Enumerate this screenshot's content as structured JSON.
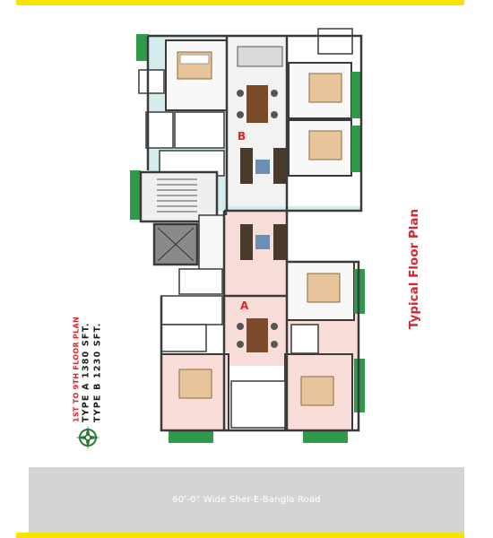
{
  "plan": {
    "title": "Typical Floor Plan",
    "floor_heading": "1ST TO 9TH FLOOR PLAN",
    "units": [
      {
        "label": "TYPE  A  1380 SFT."
      },
      {
        "label": "TYPE  B  1230 SFT."
      }
    ],
    "unit_markers": [
      "A",
      "B"
    ],
    "road": "60'-0\" Wide Sher-E-Bangla Road"
  },
  "colors": {
    "accent_yellow": "#f5e400",
    "title_red": "#d8252e",
    "road_gray": "#d4d4d6",
    "unit_a_pink": "#f7dcd8",
    "unit_b_cyan": "#d4ecec",
    "wall": "#3a3a3a",
    "balcony_green": "#2e9a4a"
  }
}
